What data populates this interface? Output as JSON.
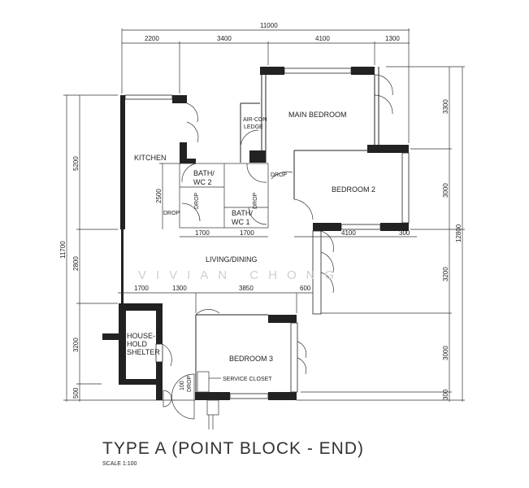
{
  "title": "TYPE A (POINT BLOCK - END)",
  "scale": "SCALE   1:100",
  "watermark": "VIVIAN CHONG",
  "rooms": {
    "kitchen": "KITCHEN",
    "main_bedroom": "MAIN BEDROOM",
    "aircon_1": "AIR-CON",
    "aircon_2": "LEDGE",
    "bath2_1": "BATH/",
    "bath2_2": "WC 2",
    "bath1_1": "BATH/",
    "bath1_2": "WC 1",
    "bedroom2": "BEDROOM 2",
    "living": "LIVING/DINING",
    "shelter_1": "HOUSE-",
    "shelter_2": "HOLD",
    "shelter_3": "SHELTER",
    "bedroom3": "BEDROOM 3",
    "service_closet": "SERVICE CLOSET"
  },
  "labels": {
    "drop": "DROP",
    "hundred": "100"
  },
  "dimensions": {
    "overall_width": "11000",
    "top": [
      "2200",
      "3400",
      "4100",
      "1300"
    ],
    "bath": [
      "1700",
      "1700"
    ],
    "bedroom2": [
      "4100",
      "300"
    ],
    "middle": [
      "1700",
      "1300",
      "3850",
      "600"
    ],
    "left_total": "11700",
    "left": [
      "5200",
      "2800",
      "3200",
      "500"
    ],
    "kitchen_depth": "2500",
    "right_total": "12800",
    "right": [
      "3300",
      "3000",
      "3200",
      "3000",
      "300"
    ]
  }
}
